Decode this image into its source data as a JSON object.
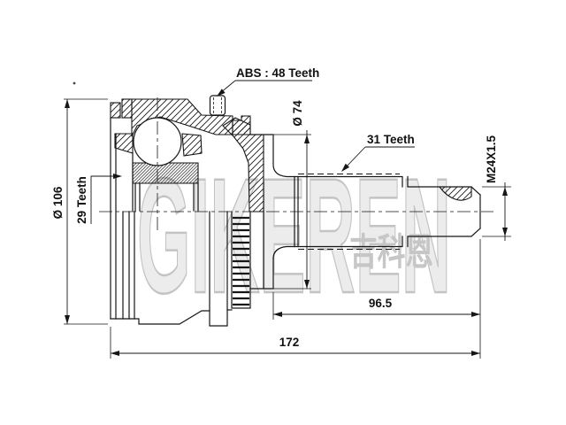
{
  "drawing": {
    "labels": {
      "abs_teeth": "ABS : 48 Teeth",
      "diameter_74": "Ø 74",
      "teeth_31": "31 Teeth",
      "thread_spec": "M24X1.5",
      "diameter_106": "Ø 106",
      "teeth_29": "29 Teeth",
      "length_to_flange": "96.5",
      "length_total": "172"
    },
    "watermark": {
      "brand": "GIKEREN",
      "brand_cn": "吉科恩"
    },
    "colors": {
      "line": "#161616",
      "watermark_fill": "#ececec",
      "watermark_stroke": "#c3c3c3",
      "background": "#ffffff"
    }
  }
}
